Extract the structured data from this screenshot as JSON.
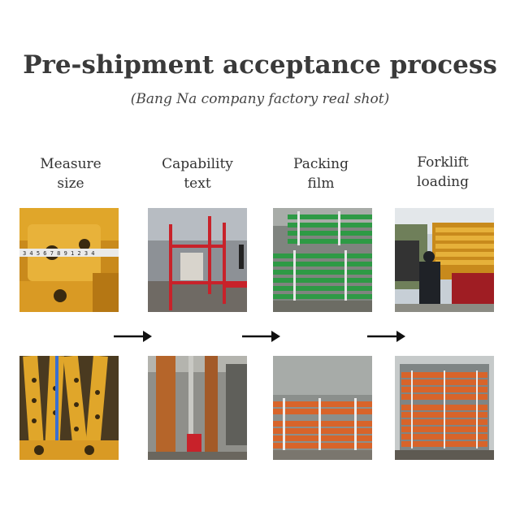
{
  "title": "Pre-shipment acceptance process",
  "subtitle": "(Bang Na company factory real shot)",
  "steps": [
    {
      "line1": "Measure",
      "line2": "size",
      "top_photo": "yellow-prop-measure-photo",
      "bottom_photo": "yellow-props-pile-photo"
    },
    {
      "line1": "Capability",
      "line2": "text",
      "top_photo": "red-frame-test-photo",
      "bottom_photo": "prop-test-rig-photo"
    },
    {
      "line1": "Packing",
      "line2": "film",
      "top_photo": "green-props-packed-photo",
      "bottom_photo": "orange-props-packed-photo"
    },
    {
      "line1": "Forklift",
      "line2": "loading",
      "top_photo": "forklift-loading-photo",
      "bottom_photo": "container-loaded-photo"
    }
  ],
  "arrow_icon": "right-arrow-icon",
  "colors": {
    "yellow": "#e0a62a",
    "red": "#c8222a",
    "green": "#2e9a45",
    "orange": "#d8642a",
    "text": "#333333"
  }
}
